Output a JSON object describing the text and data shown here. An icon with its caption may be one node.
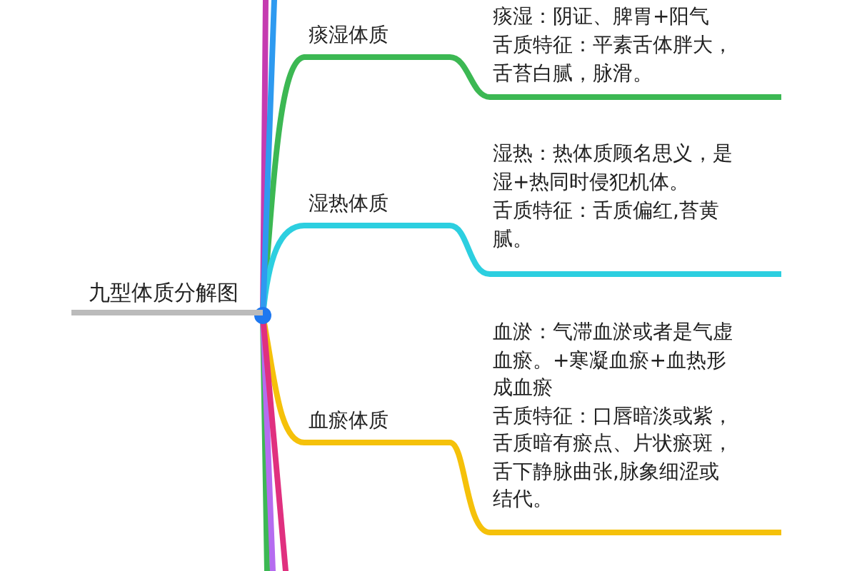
{
  "diagram": {
    "nodes": [
      {
        "text": [
          "九型体质分解图"
        ]
      },
      {
        "text": [
          "痰湿体质"
        ]
      },
      {
        "text": [
          "痰湿：阴证、脾胃+阳气",
          "舌质特征：平素舌体胖大，舌苔白腻，脉滑。"
        ]
      },
      {
        "text": [
          "湿热体质"
        ]
      },
      {
        "text": [
          "湿热：热体质顾名思义，是湿+热同时侵犯机体。",
          "舌质特征：舌质偏红,苔黄腻。"
        ]
      },
      {
        "text": [
          "血瘀体质"
        ]
      },
      {
        "text": [
          "血淤：气滞血淤或者是气虚血瘀。+寒凝血瘀+血热形成血瘀",
          "舌质特征：口唇暗淡或紫，舌质暗有瘀点、片状瘀斑，舌下静脉曲张,脉象细涩或结代。"
        ]
      }
    ],
    "edges": [
      {
        "from": 0,
        "to": 1,
        "arrow": "none",
        "color": "#3cb853"
      },
      {
        "from": 1,
        "to": 2,
        "arrow": "none",
        "color": "#3cb853"
      },
      {
        "from": 0,
        "to": 3,
        "arrow": "none",
        "color": "#2ccfe0"
      },
      {
        "from": 3,
        "to": 4,
        "arrow": "none",
        "color": "#2ccfe0"
      },
      {
        "from": 0,
        "to": 5,
        "arrow": "none",
        "color": "#f5c10a"
      },
      {
        "from": 5,
        "to": 6,
        "arrow": "none",
        "color": "#f5c10a"
      },
      {
        "from": 0,
        "to": null,
        "arrow": "none",
        "color": "#c53bb0"
      },
      {
        "from": 0,
        "to": null,
        "arrow": "none",
        "color": "#2e9af0"
      },
      {
        "from": 0,
        "to": null,
        "arrow": "none",
        "color": "#3cb853"
      },
      {
        "from": 0,
        "to": null,
        "arrow": "none",
        "color": "#b56cf0"
      },
      {
        "from": 0,
        "to": null,
        "arrow": "none",
        "color": "#e0307f"
      }
    ]
  }
}
